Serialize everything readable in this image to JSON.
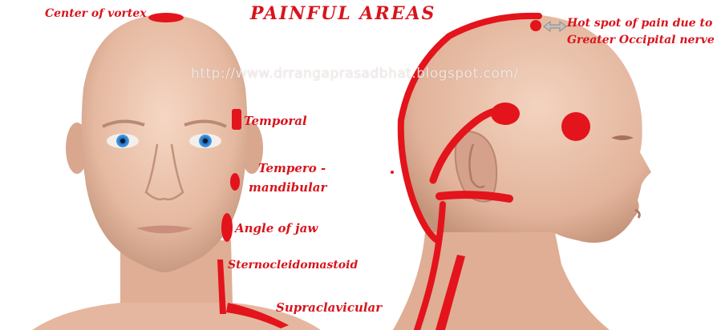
{
  "title": "PAINFUL AREAS",
  "watermark": "http://www.drrangaprasadbhat.blogspot.com/",
  "labels": {
    "center_of_vortex": "Center of vortex",
    "temporal": "Temporal",
    "tempero_line1": "Tempero -",
    "tempero_line2": "mandibular",
    "angle_of_jaw": "Angle of jaw",
    "sternocleidomastoid": "Sternocleidomastoid",
    "supraclavicular": "Supraclavicular",
    "hot_spot_line1": "Hot spot of pain due to",
    "hot_spot_line2": "Greater Occipital nerve"
  },
  "colors": {
    "pain": "#e3141c",
    "skin": "#ecc3ac",
    "skin_shadow": "#c99a82",
    "eye": "#2f7fd0",
    "arrow": "#c0c0c0"
  }
}
